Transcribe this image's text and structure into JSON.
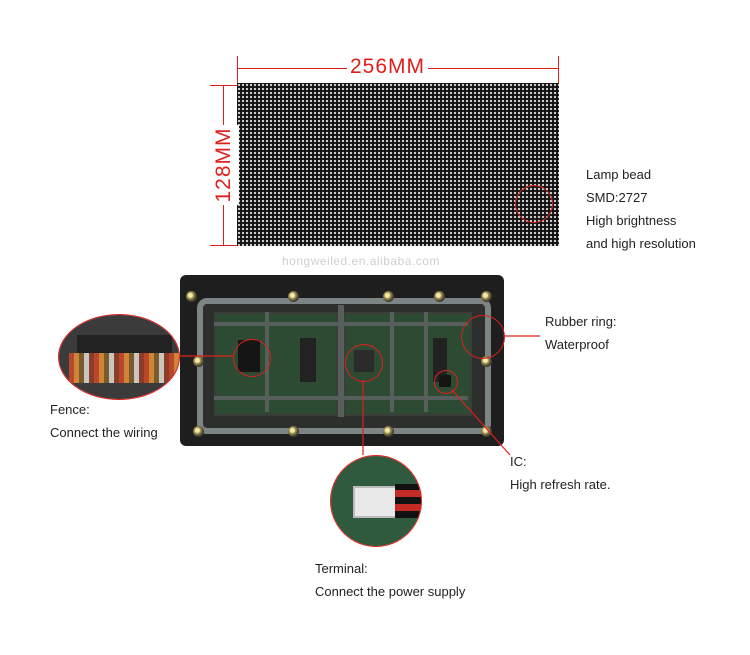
{
  "dimensions": {
    "width_label": "256MM",
    "height_label": "128MM"
  },
  "watermark": "hongweiled.en.alibaba.com",
  "callouts": {
    "lamp_bead": [
      "Lamp bead",
      "SMD:2727",
      "High brightness",
      "and high resolution"
    ],
    "rubber_ring": [
      "Rubber ring:",
      "Waterproof"
    ],
    "fence": [
      "Fence:",
      "Connect the wiring"
    ],
    "ic": [
      "IC:",
      "High refresh rate."
    ],
    "terminal": [
      "Terminal:",
      "Connect the power supply"
    ]
  },
  "colors": {
    "accent_red": "#e0201c",
    "pcb_green": "#2d4a33",
    "panel_black": "#111111"
  }
}
